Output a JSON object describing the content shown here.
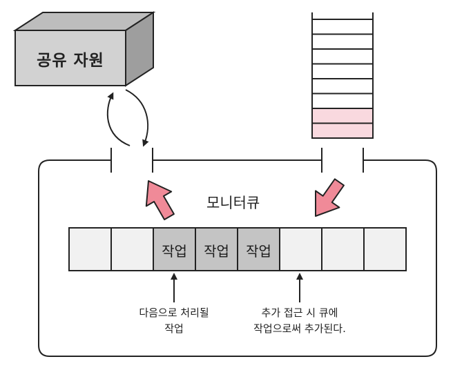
{
  "shared_resource": {
    "label": "공유 자원"
  },
  "monitor": {
    "label": "모니터큐"
  },
  "queue_cells": [
    {
      "label": "",
      "filled": false
    },
    {
      "label": "",
      "filled": false
    },
    {
      "label": "작업",
      "filled": true
    },
    {
      "label": "작업",
      "filled": true
    },
    {
      "label": "작업",
      "filled": true
    },
    {
      "label": "",
      "filled": false
    },
    {
      "label": "",
      "filled": false
    },
    {
      "label": "",
      "filled": false
    }
  ],
  "notes": {
    "next": {
      "line1": "다음으로 처리될",
      "line2": "작업"
    },
    "add": {
      "line1": "추가 접근 시 큐에",
      "line2": "작업으로써 추가된다."
    }
  },
  "stack_rows": [
    {
      "highlight": false
    },
    {
      "highlight": false
    },
    {
      "highlight": false
    },
    {
      "highlight": false
    },
    {
      "highlight": false
    },
    {
      "highlight": false
    },
    {
      "highlight": true
    },
    {
      "highlight": true
    }
  ],
  "colors": {
    "box_face": "#d2d2d2",
    "box_top": "#bdbdbd",
    "box_side": "#9e9e9e",
    "cell_filled": "#c4c4c4",
    "cell_empty": "#f1f1f1",
    "arrow_pink": "#f08a98",
    "stack_highlight": "#f9d9df",
    "stroke": "#222222"
  }
}
